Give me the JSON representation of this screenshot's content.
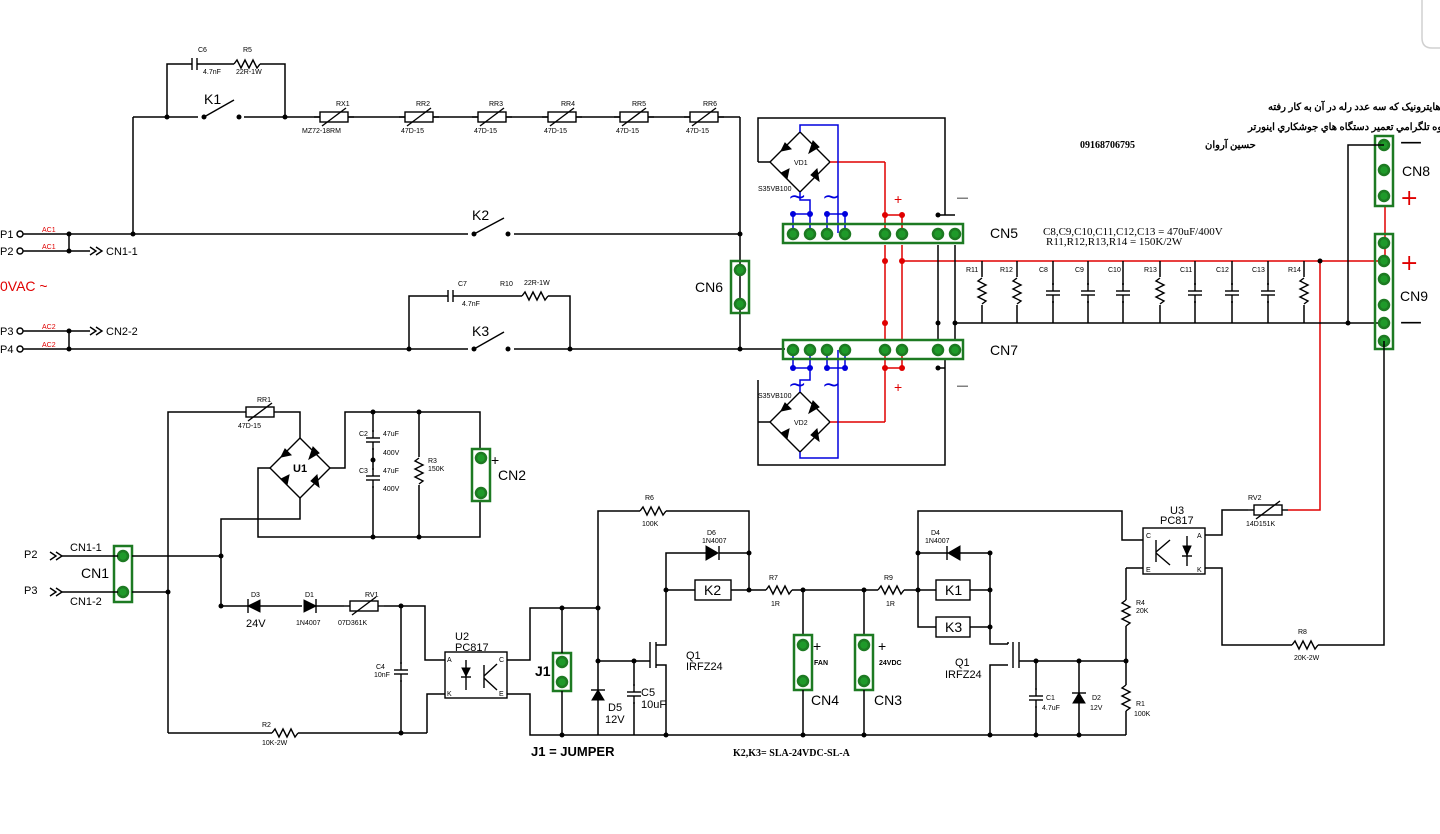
{
  "title_block": {
    "line1": "نقشه برد پاور آروين و هايترونيک که سه عدد رله در آن به کار رفته",
    "line2": "گروه تلگرامي تعمير دستگاه هاي جوشکاري اينورتر",
    "author": "حسين آروان",
    "phone": "09168706795"
  },
  "notes": {
    "caps": "C8,C9,C10,C11,C12,C13 = 470uF/400V",
    "resistors": "R11,R12,R13,R14 = 150K/2W",
    "jumper": "J1 = JUMPER",
    "relays": "K2,K3= SLA-24VDC-SL-A"
  },
  "inputs": {
    "p1": "P1",
    "p2": "P2",
    "p3": "P3",
    "p4": "P4",
    "vac": "0VAC ~",
    "ac1": "AC1",
    "ac2": "AC2",
    "cn1_1": "CN1-1",
    "cn2_2": "CN2-2"
  },
  "components": {
    "C6": "C6",
    "C6v": "4.7nF",
    "R5": "R5",
    "R5v": "22R-1W",
    "K1": "K1",
    "K2": "K2",
    "K3": "K3",
    "RX1": "RX1",
    "RX1v": "MZ72-18RM",
    "RR2": "RR2",
    "RR3": "RR3",
    "RR4": "RR4",
    "RR5": "RR5",
    "RR6": "RR6",
    "ntc": "47D-15",
    "C7": "C7",
    "C7v": "4.7nF",
    "R10": "R10",
    "R10v": "22R-1W",
    "VD1": "VD1",
    "VD2": "VD2",
    "bridge": "S35VB100",
    "CN5": "CN5",
    "CN6": "CN6",
    "CN7": "CN7",
    "CN8": "CN8",
    "CN9": "CN9",
    "R11": "R11",
    "R12": "R12",
    "C8": "C8",
    "C9": "C9",
    "C10": "C10",
    "R13": "R13",
    "C11": "C11",
    "C12": "C12",
    "C13": "C13",
    "R14": "R14",
    "RR1": "RR1",
    "RR1v": "47D-15",
    "U1": "U1",
    "C2": "C2",
    "C3": "C3",
    "C2v": "47uF",
    "C2v2": "400V",
    "C3v": "47uF",
    "C3v2": "400V",
    "R3": "R3",
    "R3v": "150K",
    "CN2": "CN2",
    "CN1": "CN1",
    "CN1_1": "CN1-1",
    "CN1_2": "CN1-2",
    "P2": "P2",
    "P3": "P3",
    "D3": "D3",
    "D3v": "24V",
    "D1": "D1",
    "D1v": "1N4007",
    "RV1": "RV1",
    "RV1v": "07D361K",
    "C4": "C4",
    "C4v": "10nF",
    "R2": "R2",
    "R2v": "10K-2W",
    "U2": "U2",
    "U2v": "PC817",
    "J1": "J1",
    "D5": "D5",
    "D5v": "12V",
    "C5": "C5",
    "C5v": "10uF",
    "R6": "R6",
    "R6v": "100K",
    "D6": "D6",
    "D6v": "1N4007",
    "Q1": "Q1",
    "Q1v": "IRFZ24",
    "R7": "R7",
    "R7v": "1R",
    "R9": "R9",
    "R9v": "1R",
    "CN4": "CN4",
    "FAN": "FAN",
    "CN3": "CN3",
    "V24": "24VDC",
    "D4": "D4",
    "D4v": "1N4007",
    "K1b": "K1",
    "K3b": "K3",
    "Q1b": "Q1",
    "Q1bv": "IRFZ24",
    "C1": "C1",
    "C1v": "4.7uF",
    "D2": "D2",
    "D2v": "12V",
    "R4": "R4",
    "R4v": "20K",
    "R1": "R1",
    "R1v": "100K",
    "U3": "U3",
    "U3v": "PC817",
    "RV2": "RV2",
    "RV2v": "14D151K",
    "R8": "R8",
    "R8v": "20K-2W",
    "optoA": "A",
    "optoC": "C",
    "optoK": "K",
    "optoE": "E"
  },
  "symbols": {
    "plus": "+",
    "minus": "—",
    "tilde": "~"
  },
  "colors": {
    "wire": "#000000",
    "positive_rail": "#e00000",
    "ac_link": "#0000dd",
    "header": "#1f9a2a"
  }
}
